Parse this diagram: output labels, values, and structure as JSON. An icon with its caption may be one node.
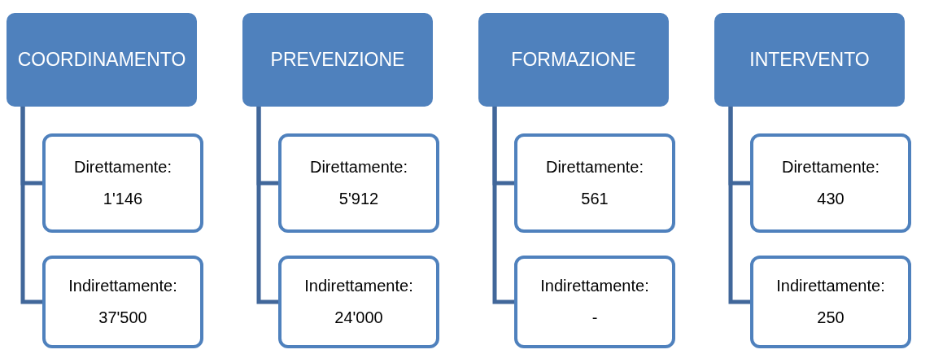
{
  "diagram": {
    "nodes": [
      {
        "text": [
          "COORDINAMENTO"
        ]
      },
      {
        "text": [
          "Direttamente:",
          "1'146"
        ]
      },
      {
        "text": [
          "Indirettamente:",
          "37'500"
        ]
      },
      {
        "text": [
          "PREVENZIONE"
        ]
      },
      {
        "text": [
          "Direttamente:",
          "5'912"
        ]
      },
      {
        "text": [
          "Indirettamente:",
          "24'000"
        ]
      },
      {
        "text": [
          "FORMAZIONE"
        ]
      },
      {
        "text": [
          "Direttamente:",
          "561"
        ]
      },
      {
        "text": [
          "Indirettamente:",
          "-"
        ]
      },
      {
        "text": [
          "INTERVENTO"
        ]
      },
      {
        "text": [
          "Direttamente:",
          "430"
        ]
      },
      {
        "text": [
          "Indirettamente:",
          "250"
        ]
      }
    ],
    "edges": [
      {
        "from": 0,
        "to": 1,
        "arrow": "none"
      },
      {
        "from": 0,
        "to": 2,
        "arrow": "none"
      },
      {
        "from": 3,
        "to": 4,
        "arrow": "none"
      },
      {
        "from": 3,
        "to": 5,
        "arrow": "none"
      },
      {
        "from": 6,
        "to": 7,
        "arrow": "none"
      },
      {
        "from": 6,
        "to": 8,
        "arrow": "none"
      },
      {
        "from": 9,
        "to": 10,
        "arrow": "none"
      },
      {
        "from": 9,
        "to": 11,
        "arrow": "none"
      }
    ]
  }
}
